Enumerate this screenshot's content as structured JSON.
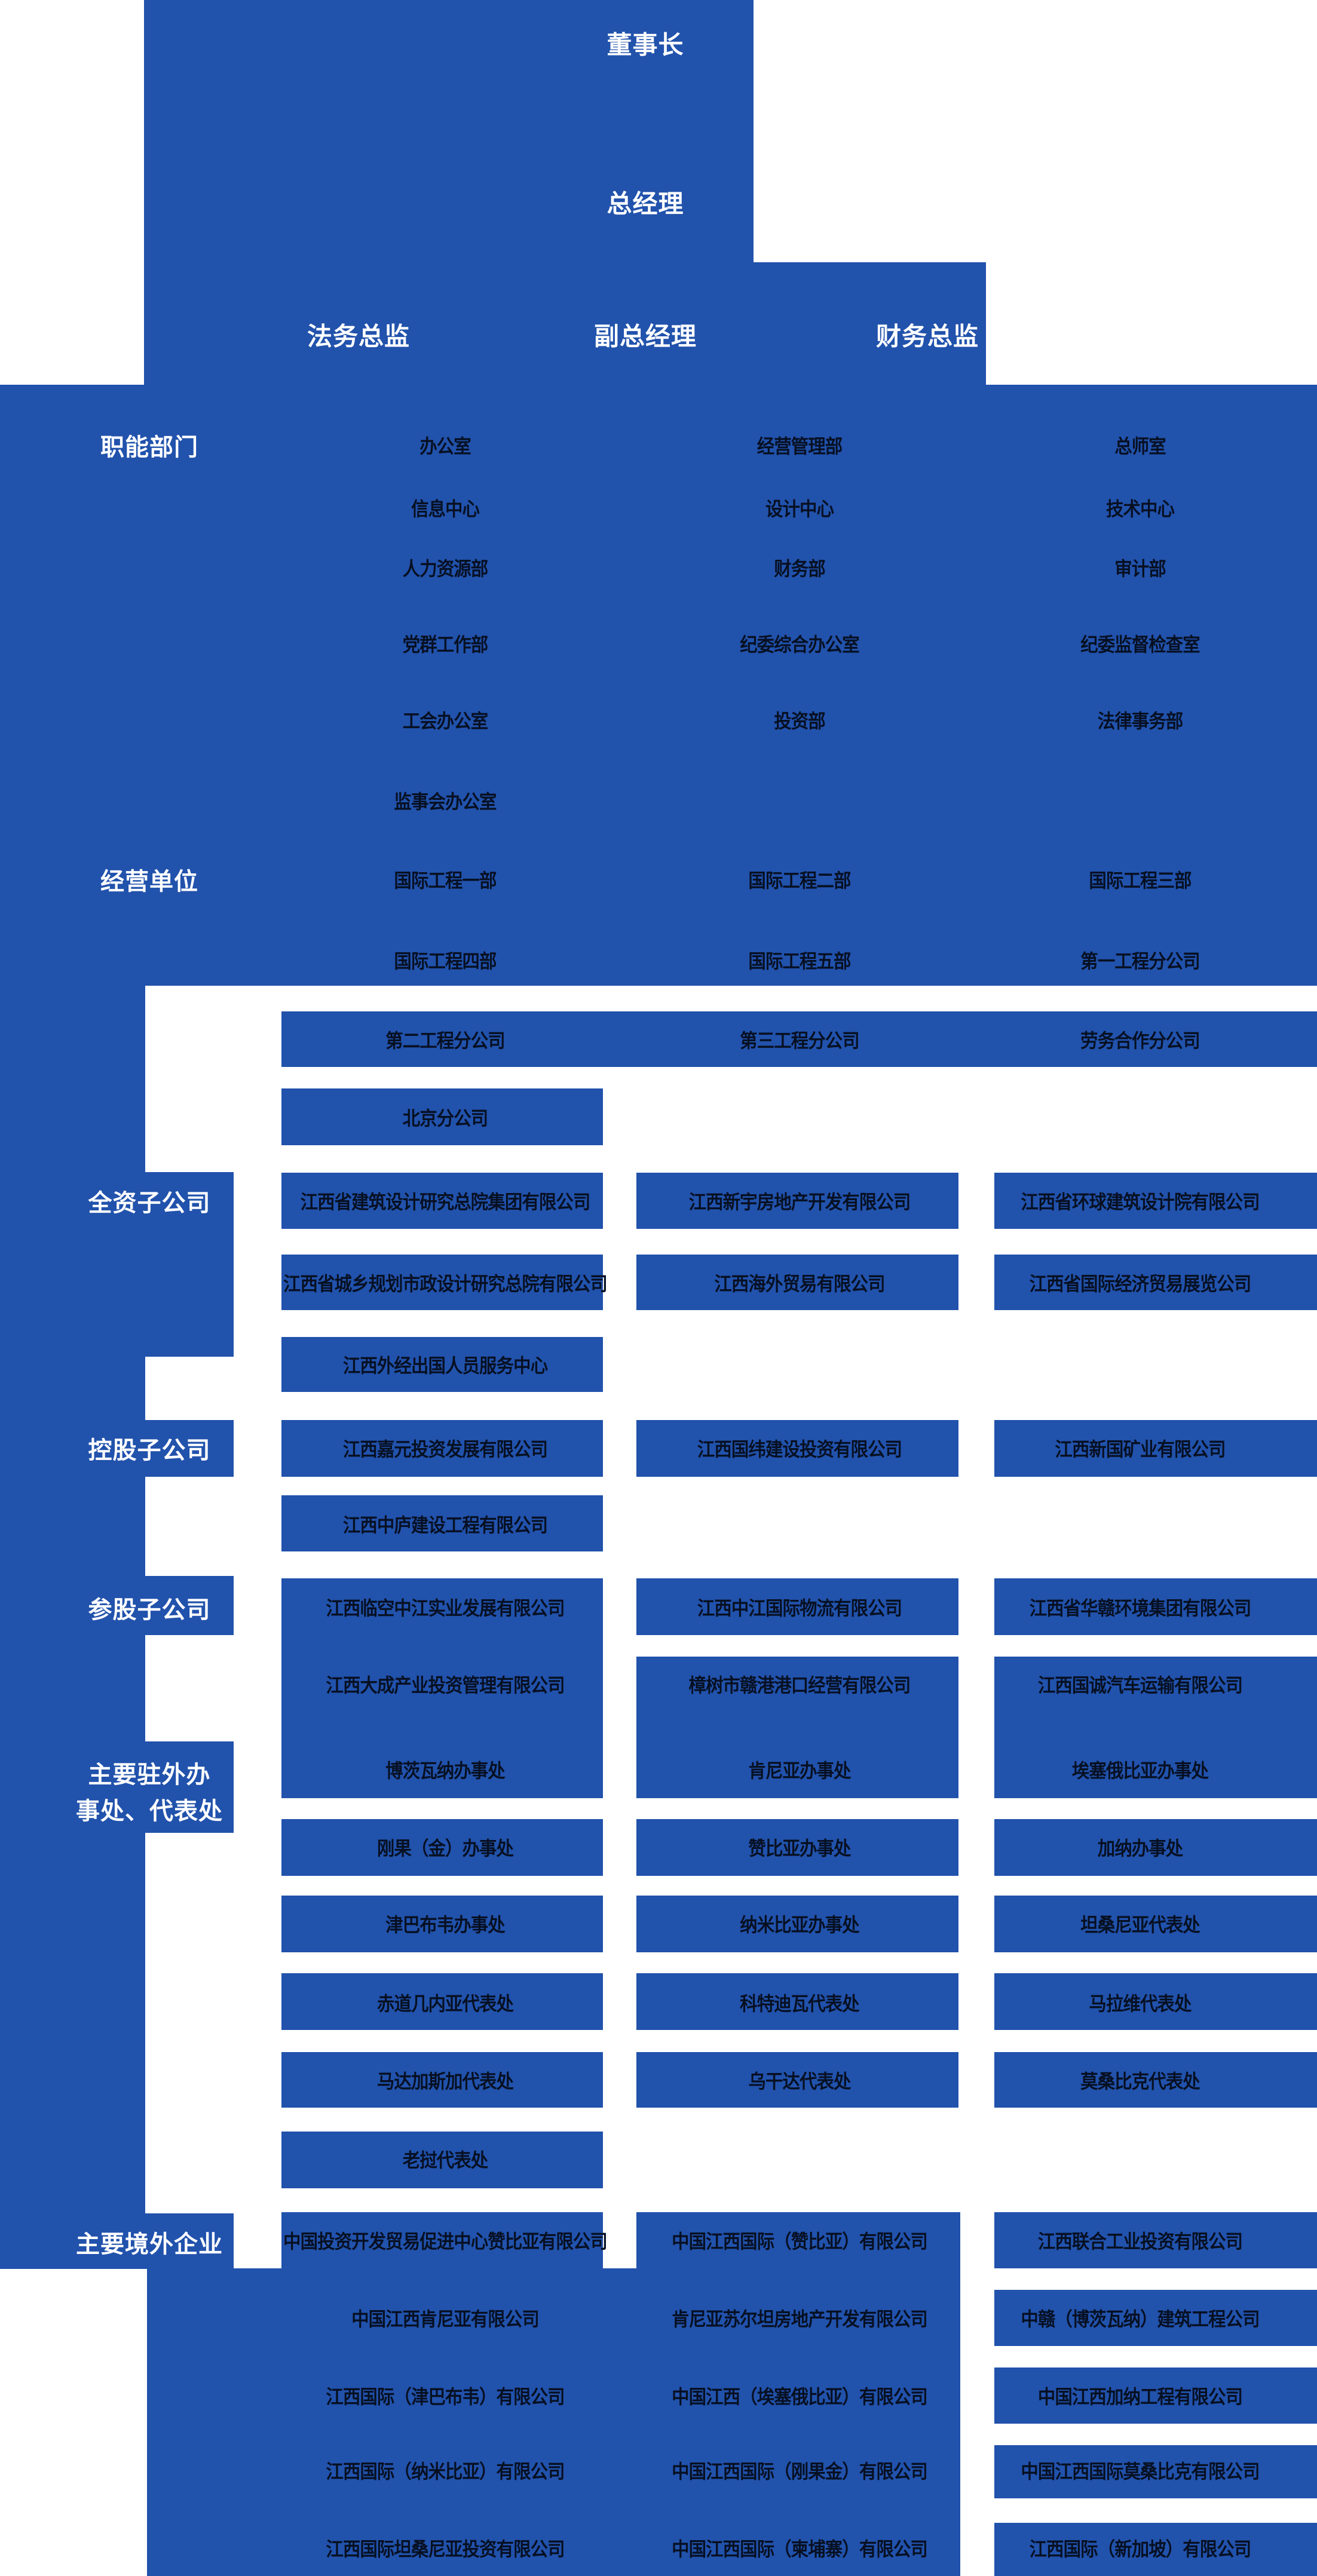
{
  "colors": {
    "primary_blue": "#2152ac",
    "item_text": "#071022",
    "label_text": "#ffffff",
    "background": "#ffffff"
  },
  "top": {
    "chairman": "董事长",
    "general_manager": "总经理",
    "legal_director": "法务总监",
    "deputy_general_manager": "副总经理",
    "finance_director": "财务总监"
  },
  "sections": [
    {
      "label_lines": [
        "职能部门"
      ],
      "rows": [
        [
          "办公室",
          "经营管理部",
          "总师室"
        ],
        [
          "信息中心",
          "设计中心",
          "技术中心"
        ],
        [
          "人力资源部",
          "财务部",
          "审计部"
        ],
        [
          "党群工作部",
          "纪委综合办公室",
          "纪委监督检查室"
        ],
        [
          "工会办公室",
          "投资部",
          "法律事务部"
        ],
        [
          "监事会办公室",
          null,
          null
        ]
      ]
    },
    {
      "label_lines": [
        "经营单位"
      ],
      "rows": [
        [
          "国际工程一部",
          "国际工程二部",
          "国际工程三部"
        ],
        [
          "国际工程四部",
          "国际工程五部",
          "第一工程分公司"
        ],
        [
          "第二工程分公司",
          "第三工程分公司",
          "劳务合作分公司"
        ],
        [
          "北京分公司",
          null,
          null
        ]
      ]
    },
    {
      "label_lines": [
        "全资子公司"
      ],
      "rows": [
        [
          "江西省建筑设计研究总院集团有限公司",
          "江西新宇房地产开发有限公司",
          "江西省环球建筑设计院有限公司"
        ],
        [
          "江西省城乡规划市政设计研究总院有限公司",
          "江西海外贸易有限公司",
          "江西省国际经济贸易展览公司"
        ],
        [
          "江西外经出国人员服务中心",
          null,
          null
        ]
      ]
    },
    {
      "label_lines": [
        "控股子公司"
      ],
      "rows": [
        [
          "江西嘉元投资发展有限公司",
          "江西国纬建设投资有限公司",
          "江西新国矿业有限公司"
        ],
        [
          "江西中庐建设工程有限公司",
          null,
          null
        ]
      ]
    },
    {
      "label_lines": [
        "参股子公司"
      ],
      "rows": [
        [
          "江西临空中江实业发展有限公司",
          "江西中江国际物流有限公司",
          "江西省华赣环境集团有限公司"
        ],
        [
          "江西大成产业投资管理有限公司",
          "樟树市赣港港口经营有限公司",
          "江西国诚汽车运输有限公司"
        ]
      ]
    },
    {
      "label_lines": [
        "主要驻外办",
        "事处、代表处"
      ],
      "rows": [
        [
          "博茨瓦纳办事处",
          "肯尼亚办事处",
          "埃塞俄比亚办事处"
        ],
        [
          "刚果（金）办事处",
          "赞比亚办事处",
          "加纳办事处"
        ],
        [
          "津巴布韦办事处",
          "纳米比亚办事处",
          "坦桑尼亚代表处"
        ],
        [
          "赤道几内亚代表处",
          "科特迪瓦代表处",
          "马拉维代表处"
        ],
        [
          "马达加斯加代表处",
          "乌干达代表处",
          "莫桑比克代表处"
        ],
        [
          "老挝代表处",
          null,
          null
        ]
      ]
    },
    {
      "label_lines": [
        "主要境外企业"
      ],
      "rows": [
        [
          "中国投资开发贸易促进中心赞比亚有限公司",
          "中国江西国际（赞比亚）有限公司",
          "江西联合工业投资有限公司"
        ],
        [
          "中国江西肯尼亚有限公司",
          "肯尼亚苏尔坦房地产开发有限公司",
          "中赣（博茨瓦纳）建筑工程公司"
        ],
        [
          "江西国际（津巴布韦）有限公司",
          "中国江西（埃塞俄比亚）有限公司",
          "中国江西加纳工程有限公司"
        ],
        [
          "江西国际（纳米比亚）有限公司",
          "中国江西国际（刚果金）有限公司",
          "中国江西国际莫桑比克有限公司"
        ],
        [
          "江西国际坦桑尼亚投资有限公司",
          "中国江西国际（柬埔寨）有限公司",
          "江西国际（新加坡）有限公司"
        ]
      ]
    }
  ]
}
